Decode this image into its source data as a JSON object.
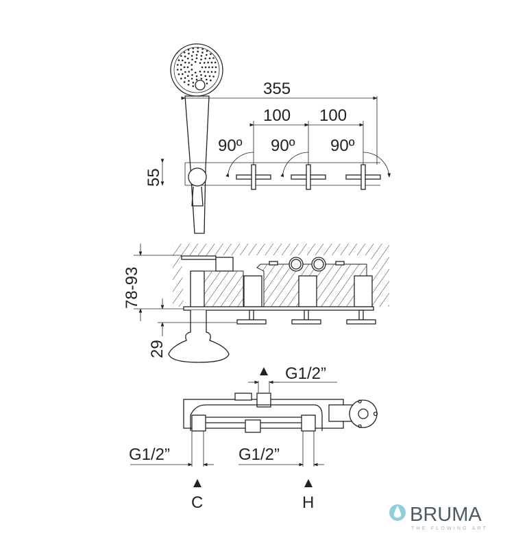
{
  "dimensions": {
    "overall_width": "355",
    "spacing_1": "100",
    "spacing_2": "100",
    "angle_1": "90º",
    "angle_2": "90º",
    "angle_3": "90º",
    "height_top": "55",
    "depth_range": "78-93",
    "projection": "29",
    "outlet_thread": "G1/2”",
    "cold_thread": "G1/2”",
    "hot_thread": "G1/2”"
  },
  "labels": {
    "cold": "C",
    "hot": "H"
  },
  "brand": {
    "name": "BRUMA",
    "tagline": "THE FLOWING ART",
    "drop_color": "#8fcfdc",
    "text_color": "#4c5a63"
  }
}
